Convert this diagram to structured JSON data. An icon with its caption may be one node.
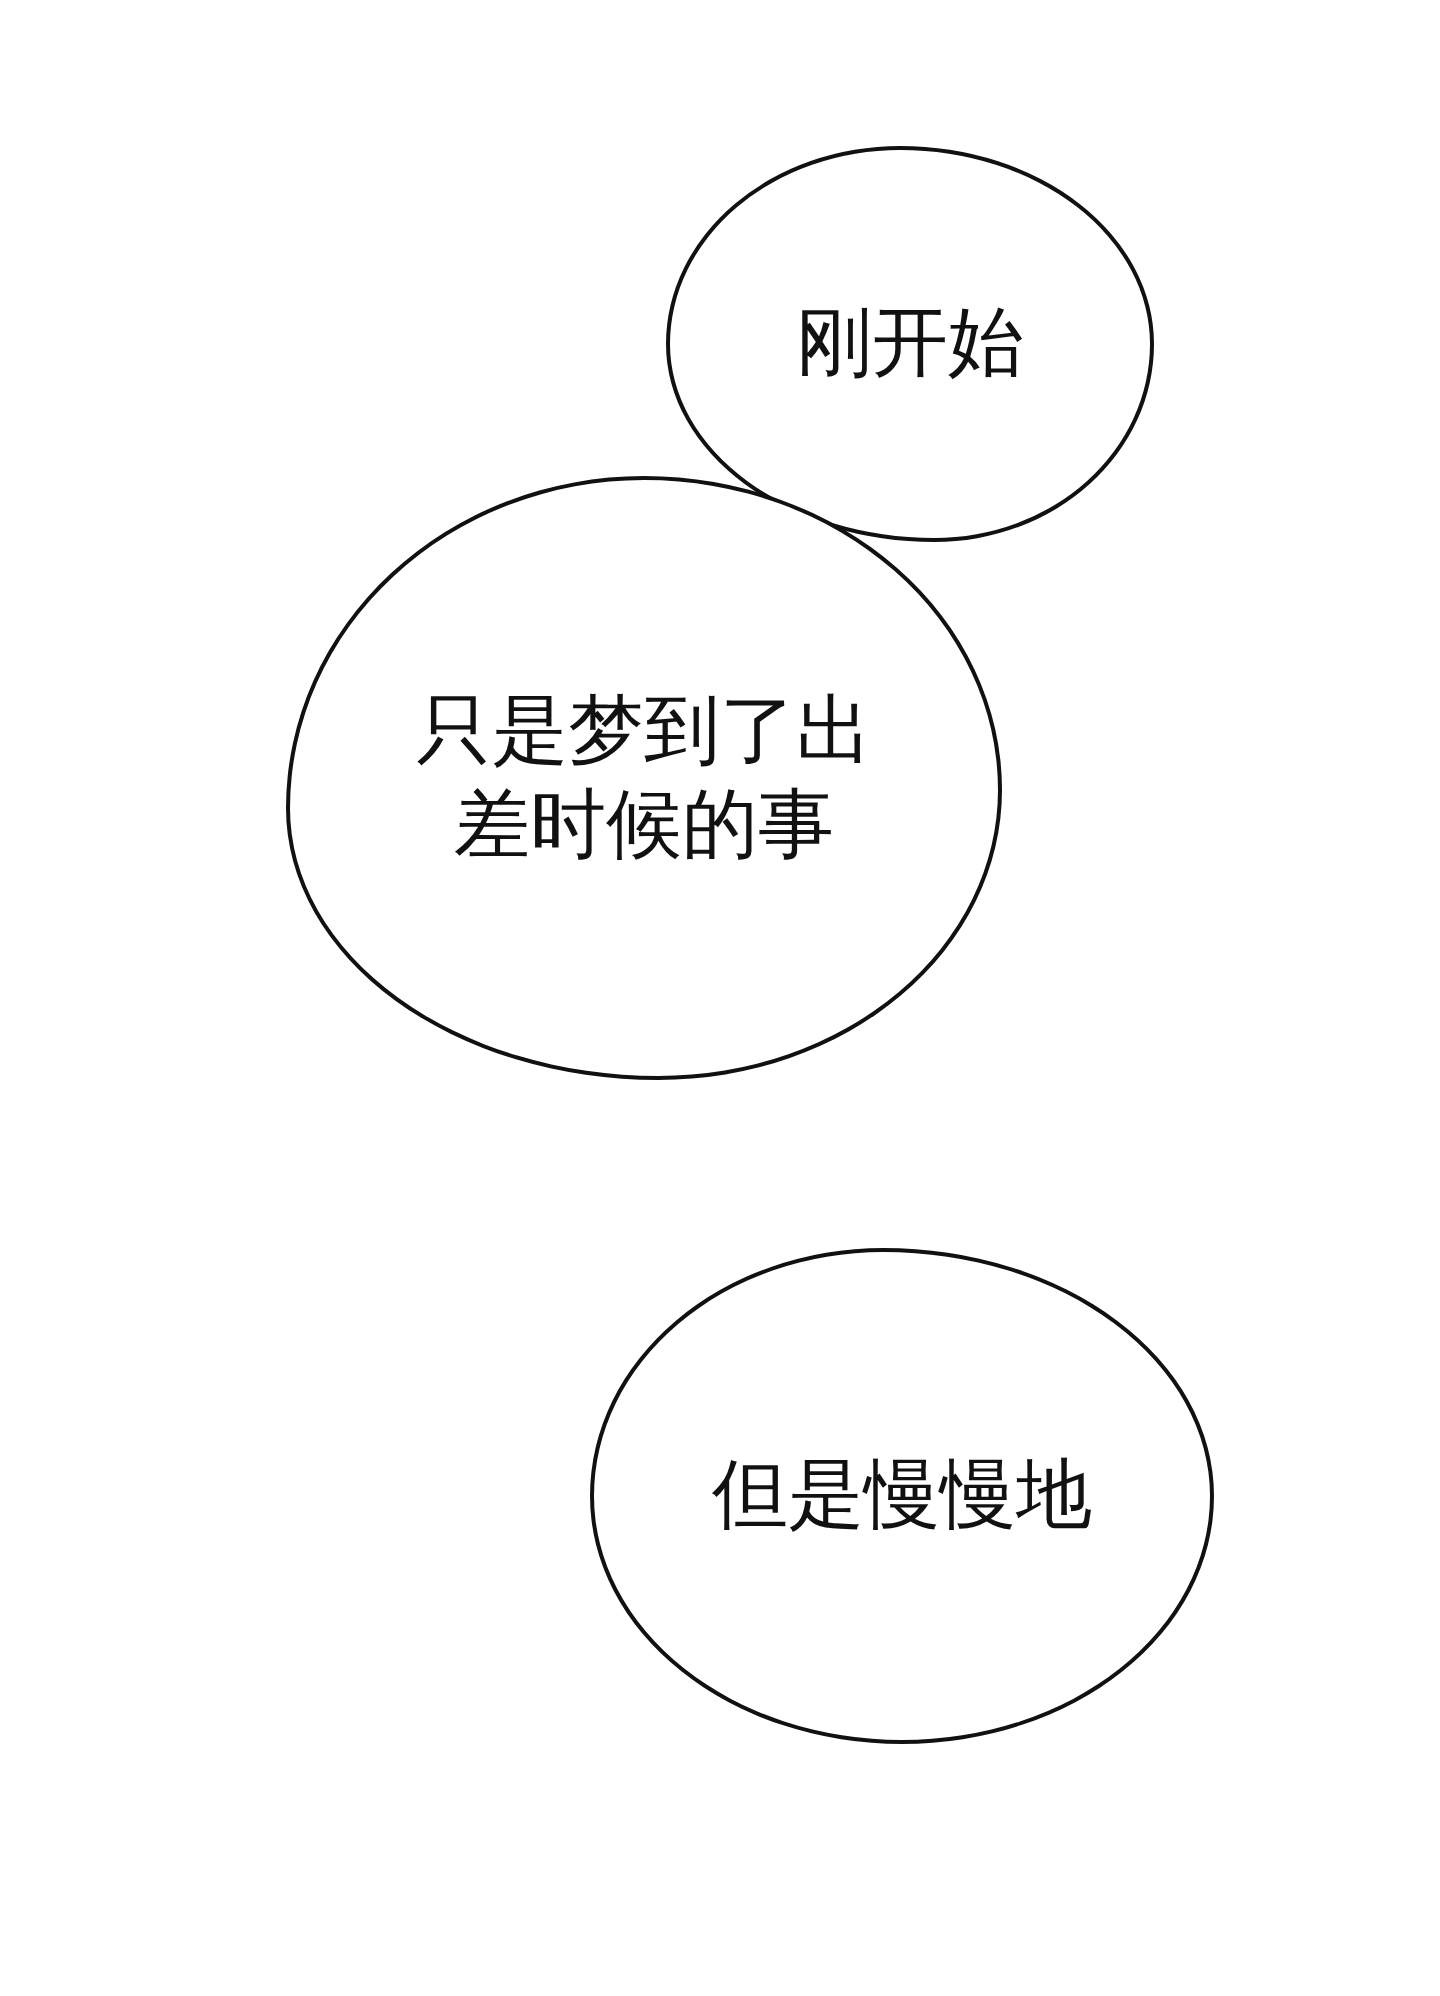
{
  "diagram": {
    "nodes": [
      {
        "text": [
          "刚开始"
        ]
      },
      {
        "text": [
          "只是梦到了出差时候的事"
        ]
      },
      {
        "text": [
          "但是慢慢地"
        ]
      }
    ]
  }
}
